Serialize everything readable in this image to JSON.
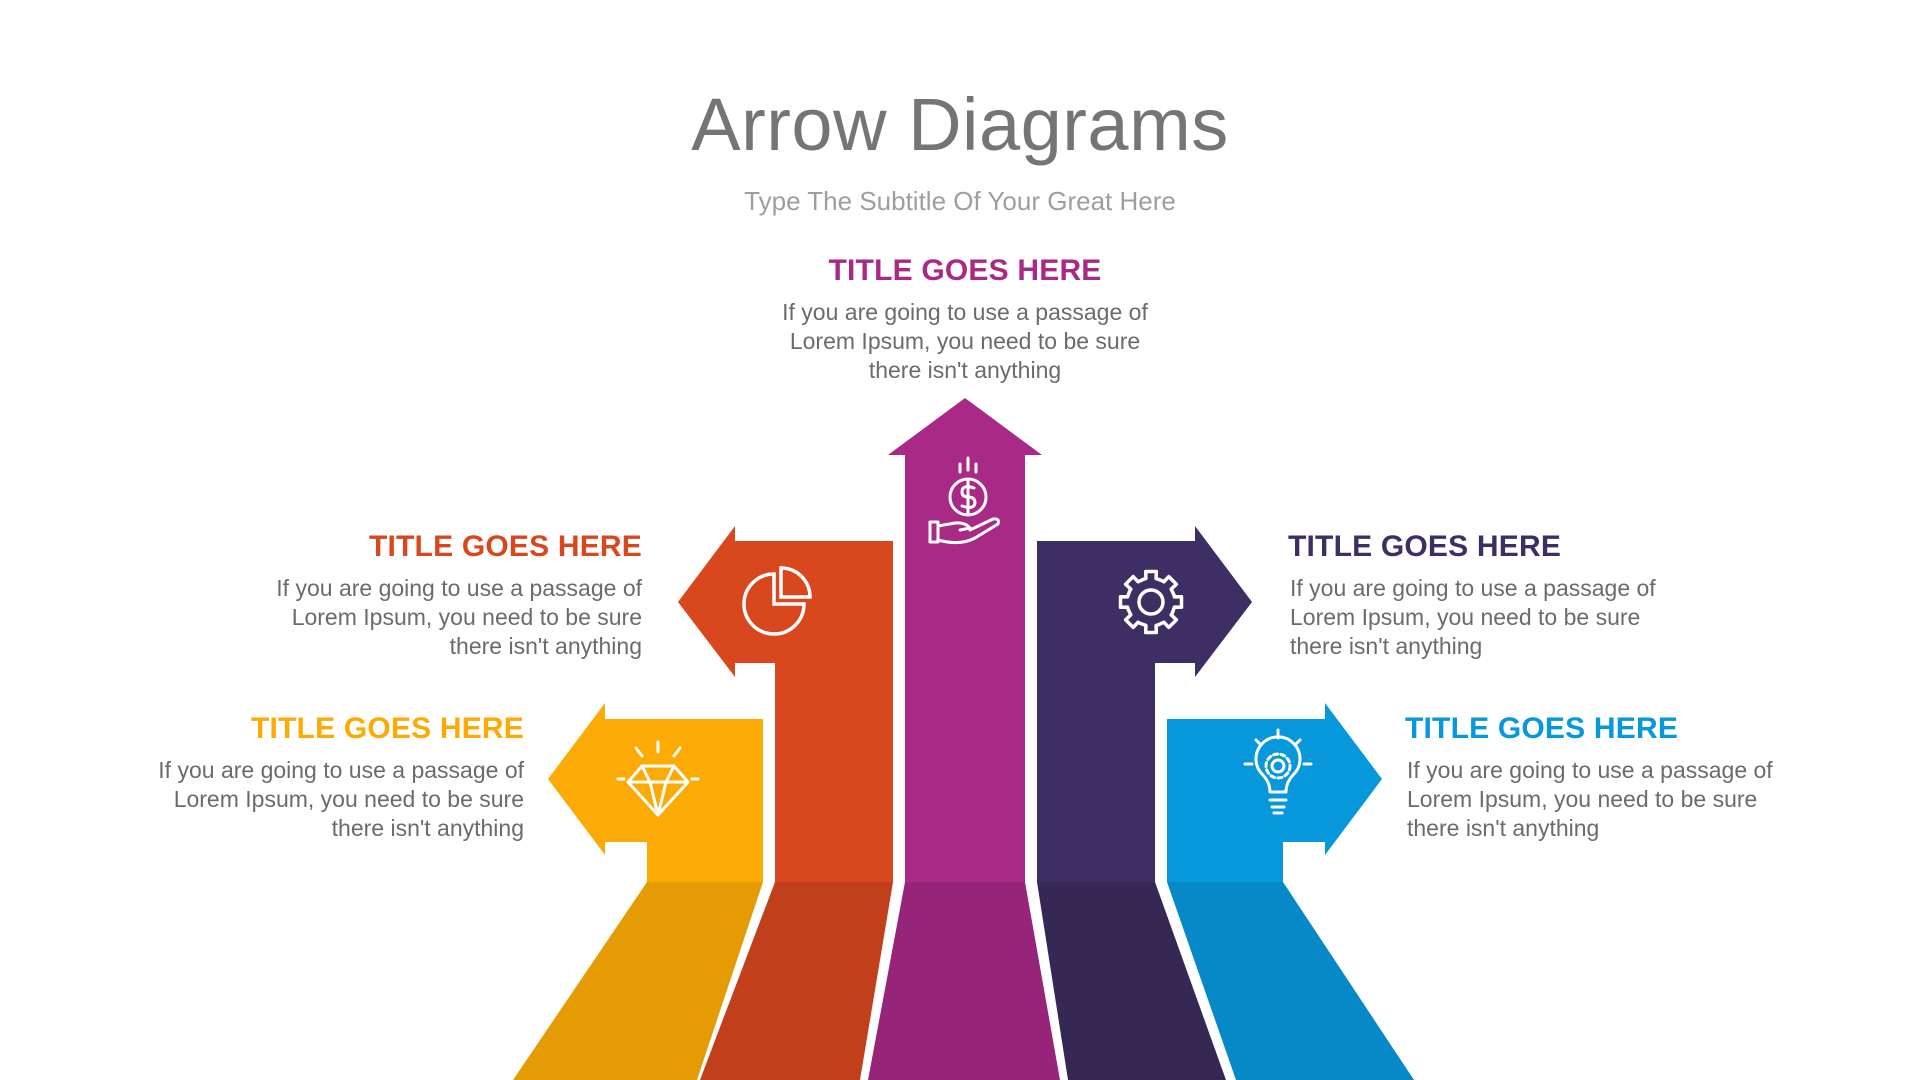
{
  "header": {
    "title": "Arrow Diagrams",
    "subtitle": "Type The Subtitle Of Your Great Here"
  },
  "colors": {
    "yellow": "#FBAA06",
    "orange": "#D9471E",
    "magenta": "#A82A86",
    "purple": "#3D2F63",
    "blue": "#0797DB"
  },
  "items": [
    {
      "title": "TITLE GOES HERE",
      "body": "If you are going to use a passage of Lorem Ipsum, you need to be sure there isn't anything",
      "color": "#FBAA06",
      "icon": "diamond-icon"
    },
    {
      "title": "TITLE GOES HERE",
      "body": "If you are going to use a passage of Lorem Ipsum, you need to be sure there isn't anything",
      "color": "#D9471E",
      "icon": "pie-chart-icon"
    },
    {
      "title": "TITLE GOES HERE",
      "body": "If you are going to use a passage of Lorem Ipsum, you need to be sure there isn't anything",
      "color": "#A82A86",
      "icon": "hand-coin-icon"
    },
    {
      "title": "TITLE GOES HERE",
      "body": "If you are going to use a passage of Lorem Ipsum, you need to be sure there isn't anything",
      "color": "#3D2F63",
      "icon": "gear-icon"
    },
    {
      "title": "TITLE GOES HERE",
      "body": "If you are going to use a passage of Lorem Ipsum, you need to be sure there isn't anything",
      "color": "#0797DB",
      "icon": "lightbulb-icon"
    }
  ]
}
